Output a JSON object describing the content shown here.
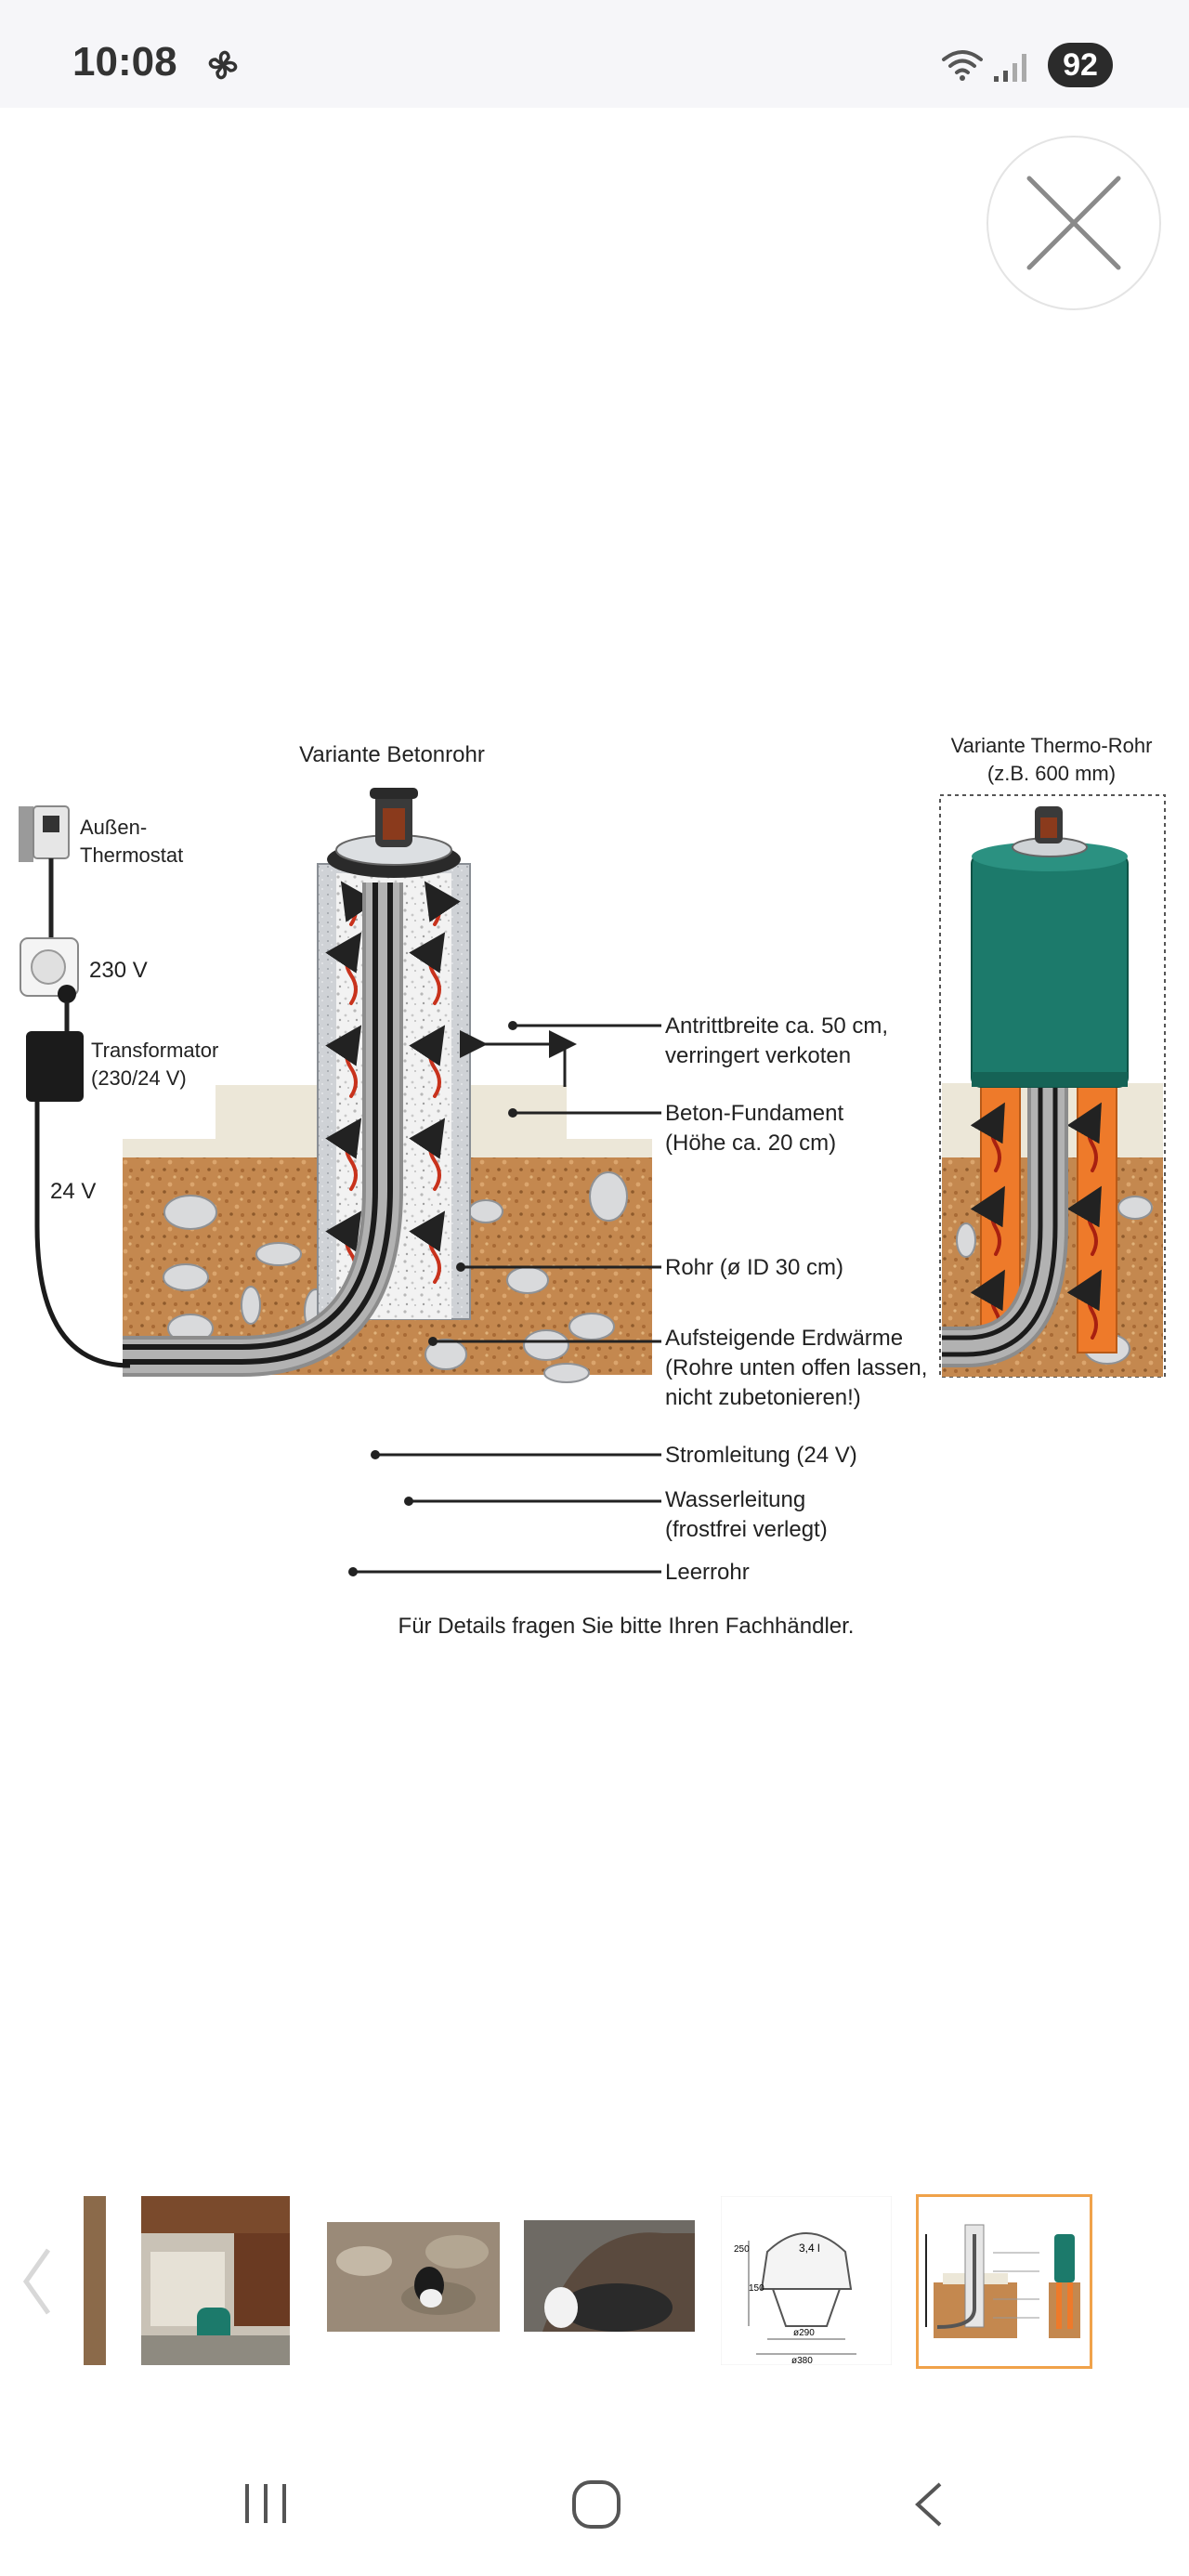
{
  "status_bar": {
    "time": "10:08",
    "battery": "92",
    "icons": [
      "pinwheel-icon",
      "wifi-icon",
      "signal-icon"
    ]
  },
  "viewer": {
    "close_icon": "close-icon"
  },
  "diagram": {
    "labels": {
      "variant_concrete": "Variante Betonrohr",
      "variant_thermo_line1": "Variante Thermo-Rohr",
      "variant_thermo_line2": "(z.B. 600 mm)",
      "thermostat_line1": "Außen-",
      "thermostat_line2": "Thermostat",
      "voltage_230": "230 V",
      "transformer_line1": "Transformator",
      "transformer_line2": "(230/24 V)",
      "voltage_24": "24 V",
      "step_width_line1": "Antrittbreite ca. 50 cm,",
      "step_width_line2": "verringert verkoten",
      "foundation_line1": "Beton-Fundament",
      "foundation_line2": "(Höhe ca. 20 cm)",
      "pipe": "Rohr (ø ID 30 cm)",
      "geothermal_line1": "Aufsteigende Erdwärme",
      "geothermal_line2": "(Rohre unten offen lassen,",
      "geothermal_line3": "nicht zubetonieren!)",
      "power_line": "Stromleitung (24 V)",
      "water_line1": "Wasserleitung",
      "water_line2": "(frostfrei verlegt)",
      "empty_pipe": "Leerrohr",
      "footer": "Für Details fragen Sie bitte Ihren Fachhändler."
    },
    "colors": {
      "soil": "#c4884f",
      "concrete": "#ece7d8",
      "thermo_tank": "#1c7a6b",
      "thermo_pipe": "#ee7a2a",
      "heat_arrow": "#c8321c"
    }
  },
  "gallery": {
    "thumbnails": [
      {
        "name": "stable"
      },
      {
        "name": "sheep-rocks"
      },
      {
        "name": "goat-drinking"
      },
      {
        "name": "dimension-drawing",
        "labels": [
          "250",
          "150",
          "3,4 l",
          "ø290",
          "ø380"
        ]
      },
      {
        "name": "installation-diagram",
        "selected": true
      }
    ],
    "prev_icon": "chevron-left-icon"
  },
  "navbar": {
    "icons": [
      "recents-icon",
      "home-icon",
      "back-icon"
    ]
  }
}
